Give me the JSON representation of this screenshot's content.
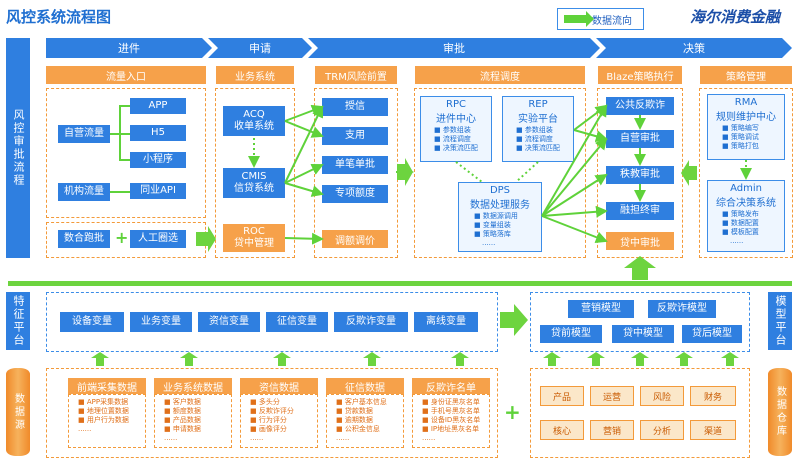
{
  "title": "风控系统流程图",
  "legend": "数据流向",
  "brand": {
    "script": "海尔",
    "rest": "消费金融"
  },
  "left_labels": {
    "flow": "风控审批流程",
    "feature": "特征平台",
    "datasource": "数据源"
  },
  "right_labels": {
    "model": "模型平台",
    "warehouse": "数据仓库"
  },
  "stages": [
    "进件",
    "申请",
    "审批",
    "决策"
  ],
  "sections": {
    "s1": "流量入口",
    "s2": "业务系统",
    "s3": "TRM风险前置",
    "s4": "流程调度",
    "s5": "Blaze策略执行",
    "s6": "策略管理"
  },
  "entry": {
    "self": "自营流量",
    "app": "APP",
    "h5": "H5",
    "mini": "小程序",
    "org": "机构流量",
    "api": "同业API",
    "joint": "数合跑批",
    "plus": "+",
    "manual": "人工圈选"
  },
  "biz": {
    "acq1": "ACQ",
    "acq2": "收单系统",
    "cmis1": "CMIS",
    "cmis2": "信贷系统",
    "roc1": "ROC",
    "roc2": "贷中管理"
  },
  "trm": {
    "t1": "授信",
    "t2": "支用",
    "t3": "单笔单批",
    "t4": "专项额度",
    "t5": "调额调价"
  },
  "sched": {
    "rpc1": "RPC",
    "rpc2": "进件中心",
    "rpc_items": [
      "参数组装",
      "流程调度",
      "决策流匹配"
    ],
    "rep1": "REP",
    "rep2": "实验平台",
    "rep_items": [
      "参数组装",
      "流程调度",
      "决策流匹配"
    ],
    "dps1": "DPS",
    "dps2": "数据处理服务",
    "dps_items": [
      "数据源调用",
      "变量组装",
      "策略落库",
      "......"
    ]
  },
  "blaze": [
    "公共反欺诈",
    "自营审批",
    "秩教审批",
    "融担终审",
    "贷中审批"
  ],
  "policy": {
    "rma1": "RMA",
    "rma2": "规则维护中心",
    "rma_items": [
      "策略编写",
      "策略调试",
      "策略打包"
    ],
    "admin1": "Admin",
    "admin2": "综合决策系统",
    "admin_items": [
      "策略发布",
      "数据配置",
      "模板配置",
      "......"
    ]
  },
  "features": [
    "设备变量",
    "业务变量",
    "资信变量",
    "征信变量",
    "反欺诈变量",
    "离线变量"
  ],
  "models": [
    "营销模型",
    "反欺诈模型",
    "贷前模型",
    "贷中模型",
    "贷后模型"
  ],
  "sources": [
    {
      "title": "前端采集数据",
      "items": [
        "APP采集数据",
        "地理位置数据",
        "用户行为数据",
        "......"
      ]
    },
    {
      "title": "业务系统数据",
      "items": [
        "客户数据",
        "额度数据",
        "产品数据",
        "申请数据",
        "......"
      ]
    },
    {
      "title": "资信数据",
      "items": [
        "多头分",
        "反欺诈评分",
        "行为评分",
        "画像评分",
        "......"
      ]
    },
    {
      "title": "征信数据",
      "items": [
        "客户基本信息",
        "贷款数据",
        "逾期数据",
        "公积金信息",
        "......"
      ]
    },
    {
      "title": "反欺诈名单",
      "items": [
        "身份证黑灰名单",
        "手机号黑灰名单",
        "设备ID黑灰名单",
        "IP地址黑灰名单",
        "......"
      ]
    }
  ],
  "plus2": "+",
  "warehouse": [
    "产品",
    "运营",
    "风险",
    "财务",
    "核心",
    "营销",
    "分析",
    "渠道"
  ],
  "colors": {
    "blue": "#2f7fe0",
    "orange": "#f6a14a",
    "green": "#6dd43f"
  }
}
